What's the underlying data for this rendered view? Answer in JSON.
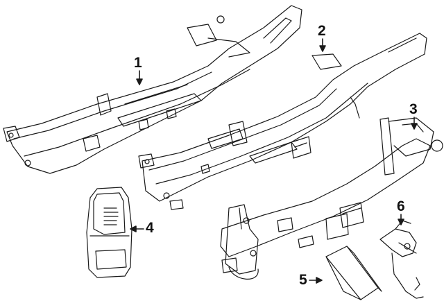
{
  "callouts": {
    "c1": "1",
    "c2": "2",
    "c3": "3",
    "c4": "4",
    "c5": "5",
    "c6": "6"
  },
  "colors": {
    "line": "#1a1a1a",
    "background": "#ffffff"
  },
  "icons": [
    "arrow-icon"
  ]
}
